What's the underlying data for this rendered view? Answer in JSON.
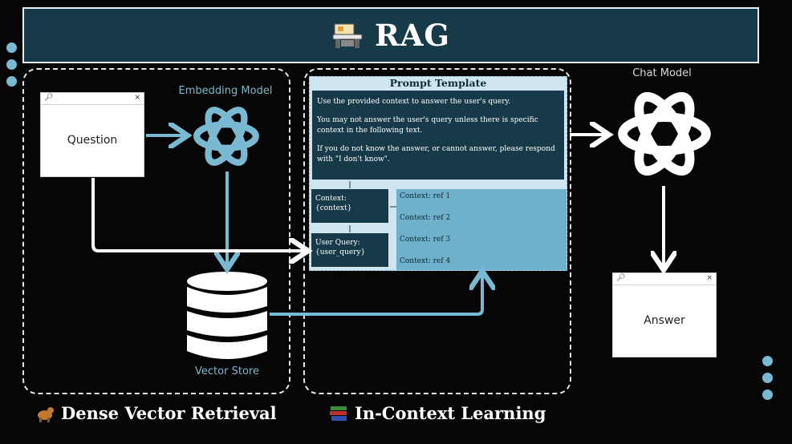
{
  "header": {
    "title": "RAG",
    "icon": "desk-icon"
  },
  "left": {
    "question_window": {
      "label": "Question"
    },
    "embedding_model_label": "Embedding Model",
    "vector_store_label": "Vector Store",
    "section_label": "Dense Vector Retrieval",
    "section_icon": "dog-icon"
  },
  "middle": {
    "prompt_title": "Prompt Template",
    "instructions": [
      "Use the provided context to answer the user's query.",
      "You may not answer the user's query unless there is specific context in the following text.",
      "If you do not know the answer, or cannot answer, please respond with \"I don't know\"."
    ],
    "context_box": {
      "line1": "Context:",
      "line2": "{context}"
    },
    "user_query_box": {
      "line1": "User Query:",
      "line2": "{user_query}"
    },
    "refs": [
      "Context: ref 1",
      "Context: ref 2",
      "Context: ref 3",
      "Context: ref 4"
    ],
    "section_label": "In-Context Learning",
    "section_icon": "books-icon"
  },
  "right": {
    "chat_model_label": "Chat Model",
    "answer_window": {
      "label": "Answer"
    }
  },
  "colors": {
    "header_bg": "#163a48",
    "accent": "#7ab9d2",
    "panel": "#6fb0ca"
  }
}
